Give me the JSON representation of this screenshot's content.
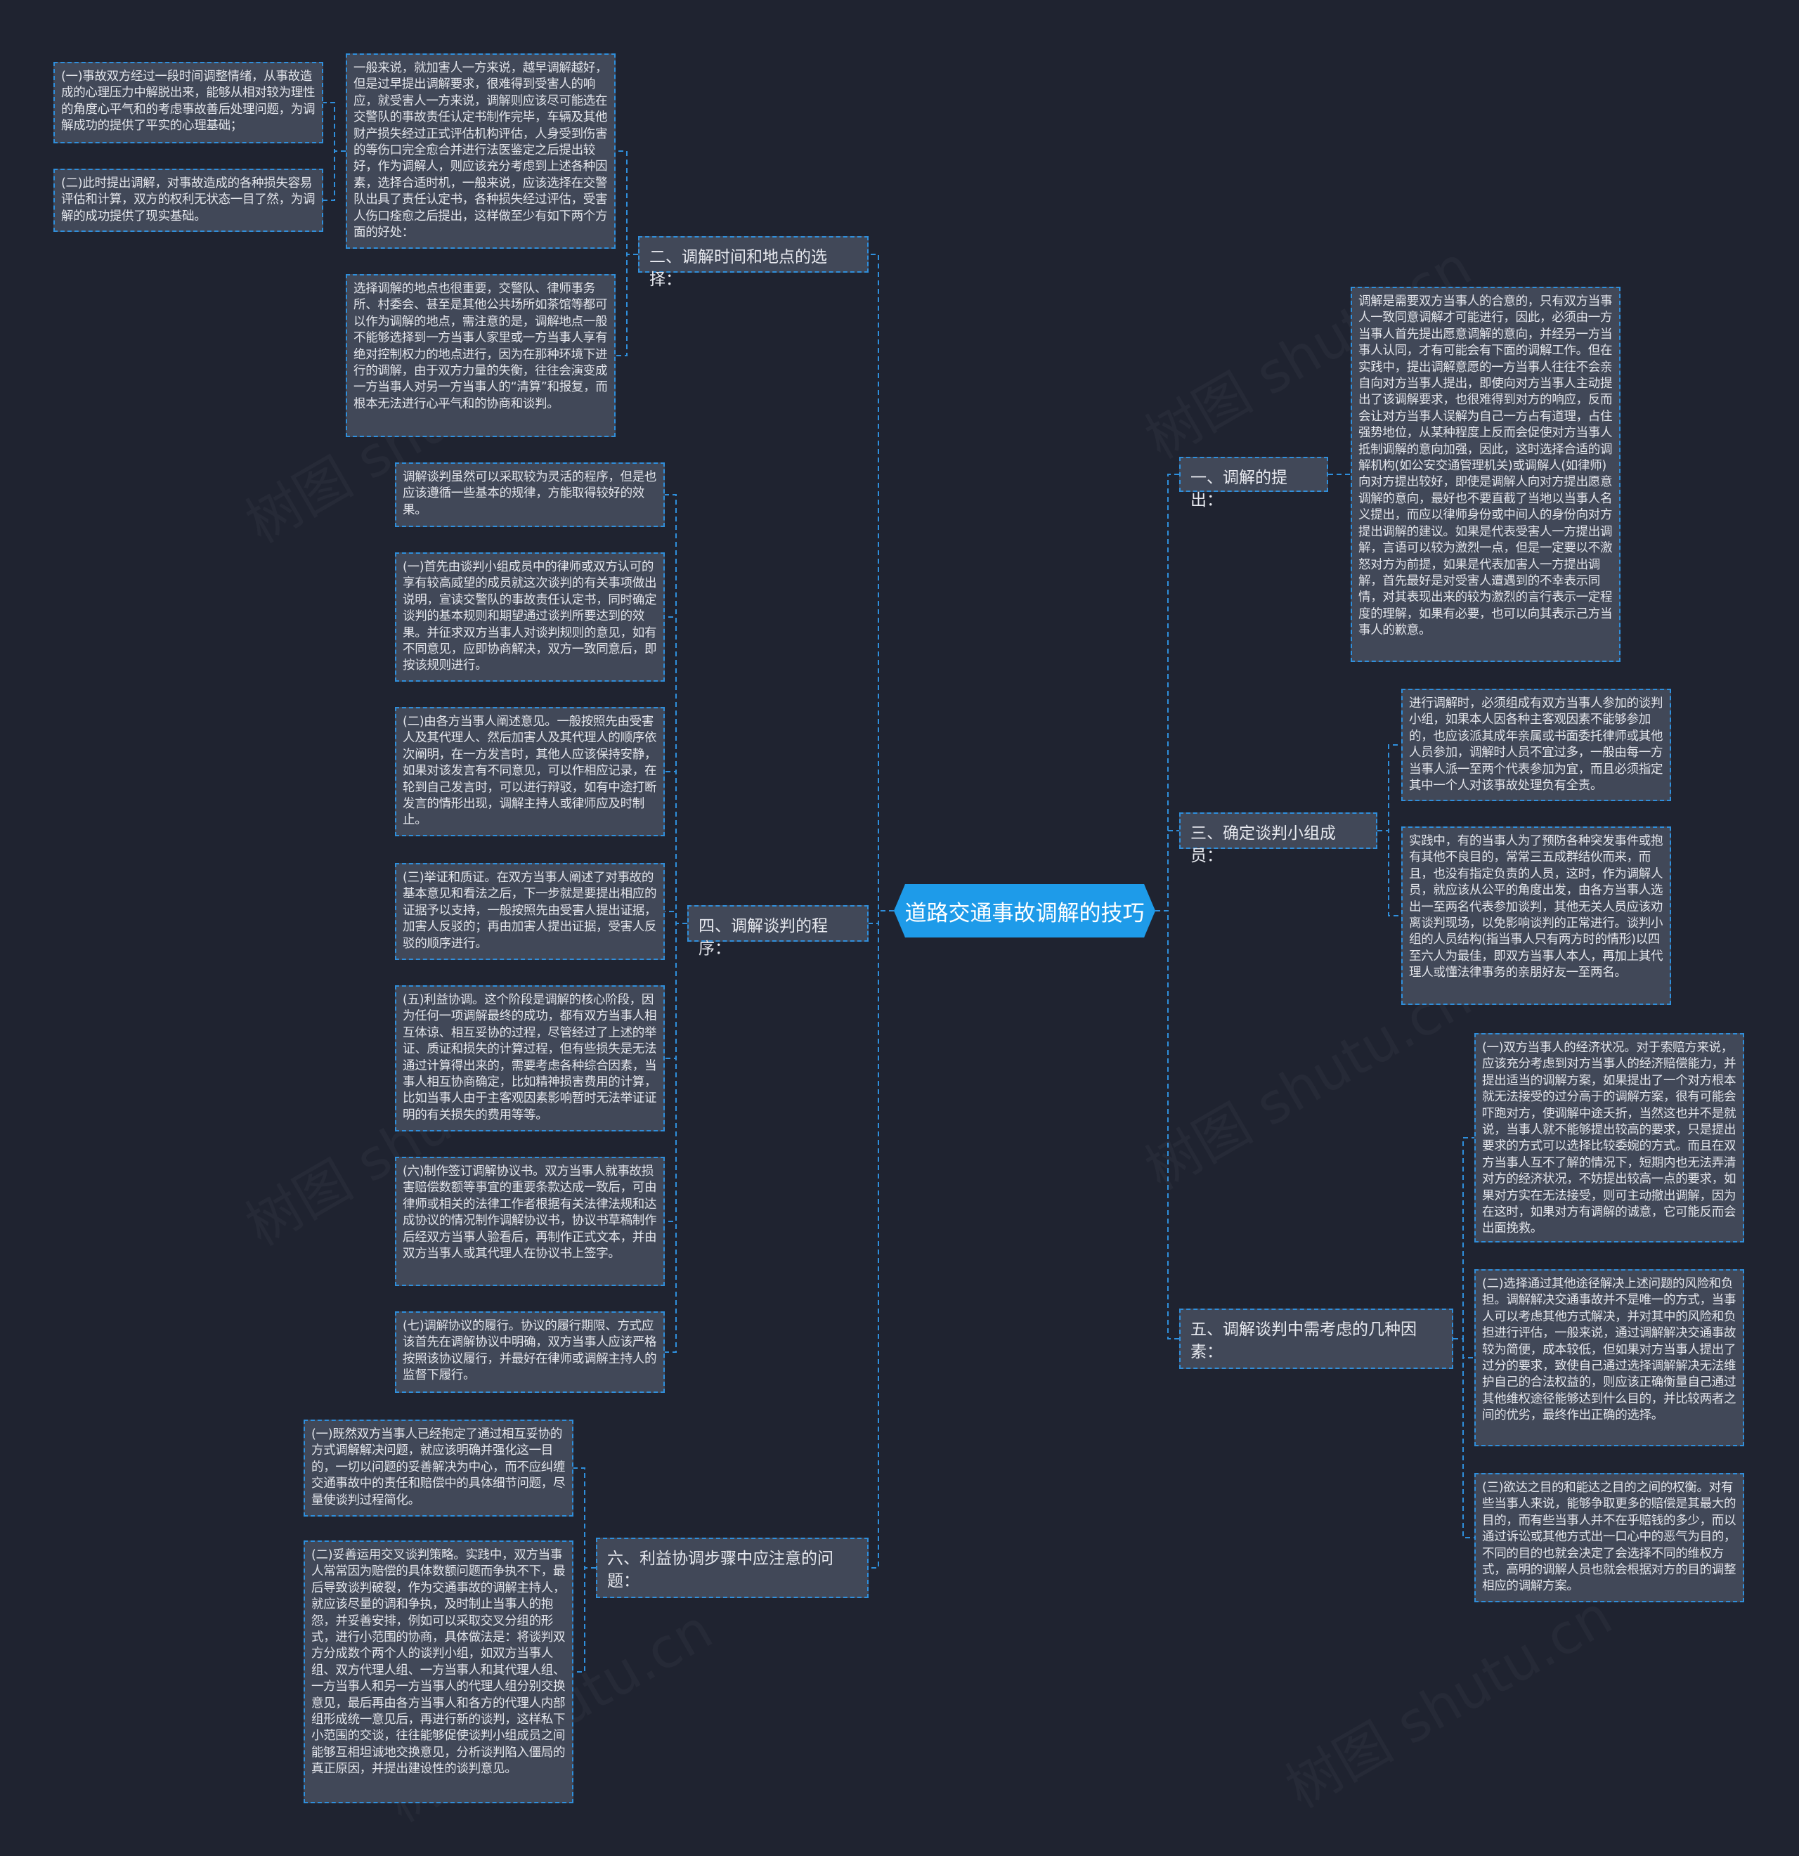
{
  "root": {
    "title": "道路交通事故调解的技巧"
  },
  "branches": {
    "b1": "一、调解的提出：",
    "b2": "二、调解时间和地点的选择：",
    "b3": "三、确定谈判小组成员：",
    "b4": "四、调解谈判的程序：",
    "b5": "五、调解谈判中需考虑的几种因素：",
    "b6": "六、利益协调步骤中应注意的问题："
  },
  "leaves": {
    "b1_1": "调解是需要双方当事人的合意的，只有双方当事人一致同意调解才可能进行，因此，必须由一方当事人首先提出愿意调解的意向，并经另一方当事人认同，才有可能会有下面的调解工作。但在实践中，提出调解意愿的一方当事人往往不会亲自向对方当事人提出，即使向对方当事人主动提出了该调解要求，也很难得到对方的响应，反而会让对方当事人误解为自己一方占有道理，占住强势地位，从某种程度上反而会促使对方当事人抵制调解的意向加强，因此，这时选择合适的调解机构(如公安交通管理机关)或调解人(如律师)向对方提出较好，即使是调解人向对方提出愿意调解的意向，最好也不要直截了当地以当事人名义提出，而应以律师身份或中间人的身份向对方提出调解的建议。如果是代表受害人一方提出调解，言语可以较为激烈一点，但是一定要以不激怒对方为前提，如果是代表加害人一方提出调解，首先最好是对受害人遭遇到的不幸表示同情，对其表现出来的较为激烈的言行表示一定程度的理解，如果有必要，也可以向其表示己方当事人的歉意。",
    "b2_1": "一般来说，就加害人一方来说，越早调解越好，但是过早提出调解要求，很难得到受害人的响应，就受害人一方来说，调解则应该尽可能选在交警队的事故责任认定书制作完毕，车辆及其他财产损失经过正式评估机构评估，人身受到伤害的等伤口完全愈合并进行法医鉴定之后提出较好，作为调解人，则应该充分考虑到上述各种因素，选择合适时机，一般来说，应该选择在交警队出具了责任认定书，各种损失经过评估，受害人伤口痊愈之后提出，这样做至少有如下两个方面的好处：",
    "b2_1_1": "(一)事故双方经过一段时间调整情绪，从事故造成的心理压力中解脱出来，能够从相对较为理性的角度心平气和的考虑事故善后处理问题，为调解成功的提供了平实的心理基础；",
    "b2_1_2": "(二)此时提出调解，对事故造成的各种损失容易评估和计算，双方的权利无状态一目了然，为调解的成功提供了现实基础。",
    "b2_2": "选择调解的地点也很重要，交警队、律师事务所、村委会、甚至是其他公共场所如茶馆等都可以作为调解的地点，需注意的是，调解地点一般不能够选择到一方当事人家里或一方当事人享有绝对控制权力的地点进行，因为在那种环境下进行的调解，由于双方力量的失衡，往往会演变成一方当事人对另一方当事人的“清算”和报复，而根本无法进行心平气和的协商和谈判。",
    "b3_1": "进行调解时，必须组成有双方当事人参加的谈判小组，如果本人因各种主客观因素不能够参加的，也应该派其成年亲属或书面委托律师或其他人员参加，调解时人员不宜过多，一般由每一方当事人派一至两个代表参加为宜，而且必须指定其中一个人对该事故处理负有全责。",
    "b3_2": "实践中，有的当事人为了预防各种突发事件或抱有其他不良目的，常常三五成群结伙而来，而且，也没有指定负责的人员，这时，作为调解人员，就应该从公平的角度出发，由各方当事人选出一至两名代表参加谈判，其他无关人员应该劝离谈判现场，以免影响谈判的正常进行。谈判小组的人员结构(指当事人只有两方时的情形)以四至六人为最佳，即双方当事人本人，再加上其代理人或懂法律事务的亲朋好友一至两名。",
    "b4_1": "调解谈判虽然可以采取较为灵活的程序，但是也应该遵循一些基本的规律，方能取得较好的效果。",
    "b4_2": "(一)首先由谈判小组成员中的律师或双方认可的享有较高威望的成员就这次谈判的有关事项做出说明，宣读交警队的事故责任认定书，同时确定谈判的基本规则和期望通过谈判所要达到的效果。并征求双方当事人对谈判规则的意见，如有不同意见，应即协商解决，双方一致同意后，即按该规则进行。",
    "b4_3": "(二)由各方当事人阐述意见。一般按照先由受害人及其代理人、然后加害人及其代理人的顺序依次阐明，在一方发言时，其他人应该保持安静，如果对该发言有不同意见，可以作相应记录，在轮到自己发言时，可以进行辩驳，如有中途打断发言的情形出现，调解主持人或律师应及时制止。",
    "b4_4": "(三)举证和质证。在双方当事人阐述了对事故的基本意见和看法之后，下一步就是要提出相应的证据予以支持，一般按照先由受害人提出证据，加害人反驳的；再由加害人提出证据，受害人反驳的顺序进行。",
    "b4_5": "(五)利益协调。这个阶段是调解的核心阶段，因为任何一项调解最终的成功，都有双方当事人相互体谅、相互妥协的过程，尽管经过了上述的举证、质证和损失的计算过程，但有些损失是无法通过计算得出来的，需要考虑各种综合因素，当事人相互协商确定，比如精神损害费用的计算，比如当事人由于主客观因素影响暂时无法举证证明的有关损失的费用等等。",
    "b4_6": "(六)制作签订调解协议书。双方当事人就事故损害赔偿数额等事宜的重要条款达成一致后，可由律师或相关的法律工作者根据有关法律法规和达成协议的情况制作调解协议书，协议书草稿制作后经双方当事人验看后，再制作正式文本，并由双方当事人或其代理人在协议书上签字。",
    "b4_7": "(七)调解协议的履行。协议的履行期限、方式应该首先在调解协议中明确，双方当事人应该严格按照该协议履行，并最好在律师或调解主持人的监督下履行。",
    "b5_1": "(一)双方当事人的经济状况。对于索赔方来说，应该充分考虑到对方当事人的经济赔偿能力，并提出适当的调解方案，如果提出了一个对方根本就无法接受的过分高于的调解方案，很有可能会吓跑对方，使调解中途夭折，当然这也并不是就说，当事人就不能够提出较高的要求，只是提出要求的方式可以选择比较委婉的方式。而且在双方当事人互不了解的情况下，短期内也无法弄清对方的经济状况，不妨提出较高一点的要求，如果对方实在无法接受，则可主动撤出调解，因为在这时，如果对方有调解的诚意，它可能反而会出面挽救。",
    "b5_2": "(二)选择通过其他途径解决上述问题的风险和负担。调解解决交通事故并不是唯一的方式，当事人可以考虑其他方式解决，并对其中的风险和负担进行评估，一般来说，通过调解解决交通事故较为简便，成本较低，但如果对方当事人提出了过分的要求，致使自己通过选择调解解决无法维护自己的合法权益的，则应该正确衡量自己通过其他维权途径能够达到什么目的，并比较两者之间的优劣，最终作出正确的选择。",
    "b5_3": "(三)欲达之目的和能达之目的之间的权衡。对有些当事人来说，能够争取更多的赔偿是其最大的目的，而有些当事人并不在乎赔钱的多少，而以通过诉讼或其他方式出一口心中的恶气为目的，不同的目的也就会决定了会选择不同的维权方式，高明的调解人员也就会根据对方的目的调整相应的调解方案。",
    "b6_1": "(一)既然双方当事人已经抱定了通过相互妥协的方式调解解决问题，就应该明确并强化这一目的，一切以问题的妥善解决为中心，而不应纠缠交通事故中的责任和赔偿中的具体细节问题，尽量使谈判过程简化。",
    "b6_2": "(二)妥善运用交叉谈判策略。实践中，双方当事人常常因为赔偿的具体数额问题而争执不下，最后导致谈判破裂，作为交通事故的调解主持人，就应该尽量的调和争执，及时制止当事人的抱怨，并妥善安排，例如可以采取交叉分组的形式，进行小范围的协商，具体做法是：将谈判双方分成数个两个人的谈判小组，如双方当事人组、双方代理人组、一方当事人和其代理人组、一方当事人和另一方当事人的代理人组分别交换意见，最后再由各方当事人和各方的代理人内部组形成统一意见后，再进行新的谈判，这样私下小范围的交谈，往往能够促使谈判小组成员之间能够互相坦诚地交换意见，分析谈判陷入僵局的真正原因，并提出建设性的谈判意见。"
  },
  "watermark": "树图 shutu.cn",
  "colors": {
    "background": "#1f2330",
    "root": "#1e9be9",
    "node": "#414858",
    "link": "#2f8fdc",
    "text": "#e2e4ea"
  }
}
